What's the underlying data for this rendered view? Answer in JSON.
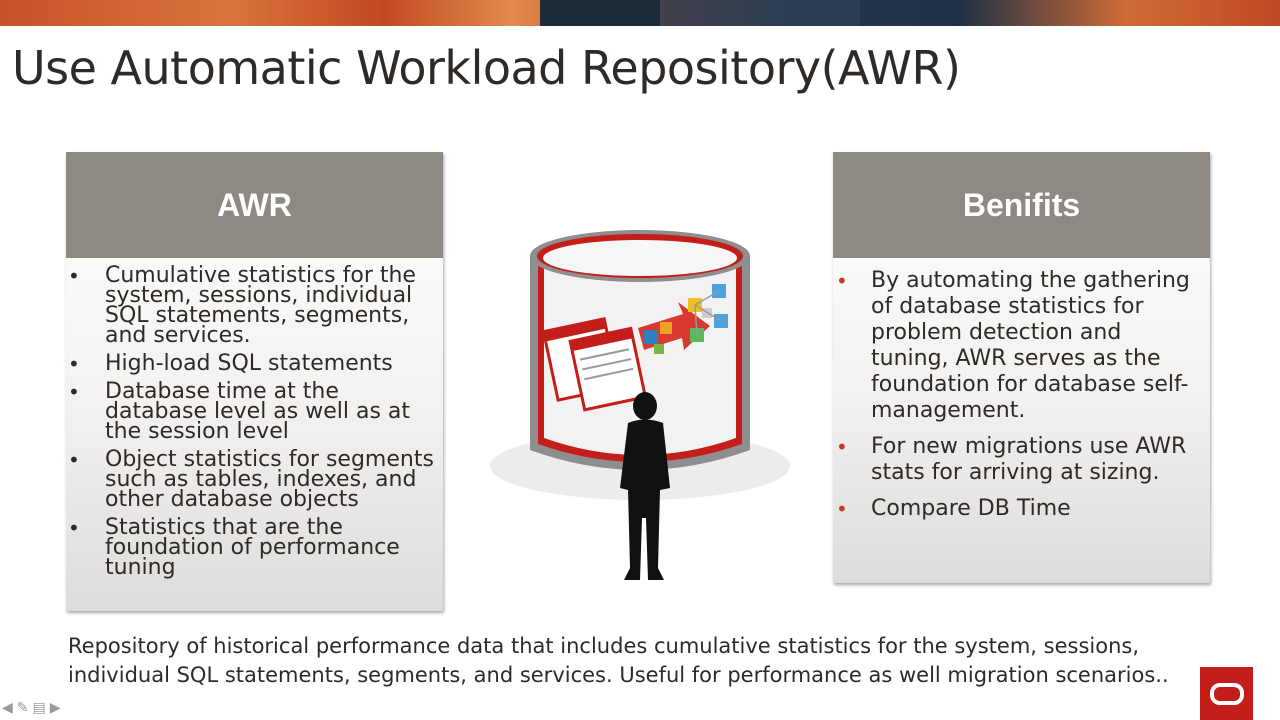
{
  "slide": {
    "title": "Use Automatic Workload Repository(AWR)"
  },
  "left_panel": {
    "heading": "AWR",
    "bullets": [
      "Cumulative statistics for the system, sessions, individual SQL statements, segments, and services.",
      "High-load SQL statements",
      "Database time at the database level as well as at the session level",
      "Object statistics for segments such as tables, indexes, and other database objects",
      "Statistics that are the foundation of performance tuning"
    ]
  },
  "right_panel": {
    "heading": "Benifits",
    "bullets": [
      "By automating the gathering of database statistics for problem detection and tuning, AWR serves as the foundation for database self-management.",
      "For new migrations use AWR stats for arriving at sizing.",
      "Compare DB Time"
    ]
  },
  "footer": {
    "text": "Repository of historical performance data that includes cumulative statistics for the system, sessions, individual SQL statements, segments, and services. Useful for performance as well migration scenarios.."
  },
  "colors": {
    "header_gray": "#8f8983",
    "accent_red": "#c41e1a",
    "bullet_red": "#c0392b"
  },
  "icons": {
    "nav": [
      "arrow-left-icon",
      "pen-icon",
      "menu-icon",
      "arrow-right-icon"
    ],
    "logo": "oracle-logo-icon",
    "illustration": "database-person-icon"
  }
}
